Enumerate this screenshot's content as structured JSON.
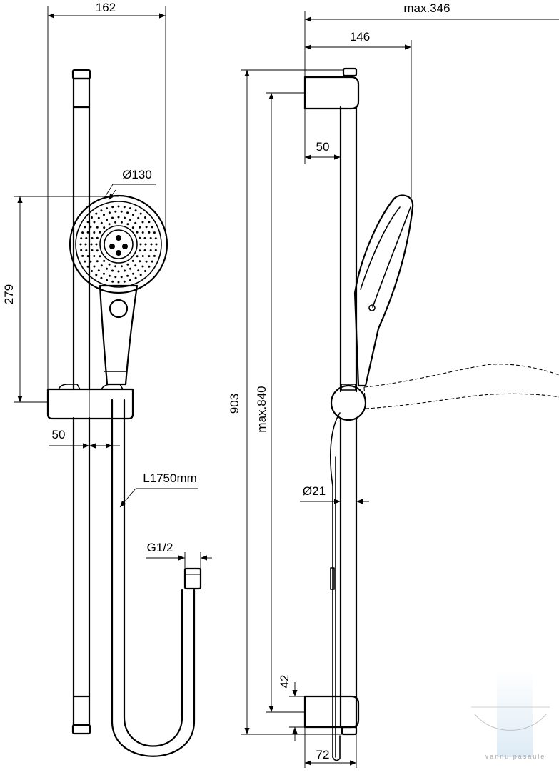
{
  "dimensions": {
    "front_width": "162",
    "max_width": "max.346",
    "arm_depth": "146",
    "bracket_offset_top": "50",
    "head_diameter": "Ø130",
    "head_height": "279",
    "slider_offset": "50",
    "total_height": "903",
    "bar_max": "max.840",
    "hose_length": "L1750mm",
    "thread": "G1/2",
    "bar_diameter": "Ø21",
    "bracket_height": "42",
    "bracket_depth": "72"
  },
  "watermark": {
    "text": "vannu pasaule"
  },
  "colors": {
    "line": "#000000",
    "background": "#ffffff",
    "watermark": "#9fc7e6"
  }
}
